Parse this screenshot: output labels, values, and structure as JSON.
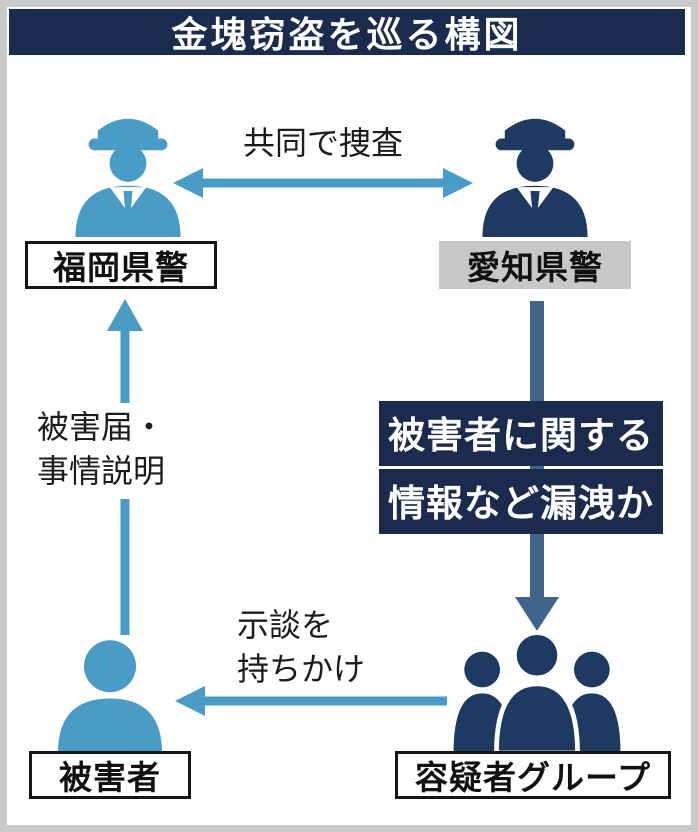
{
  "title": "金塊窃盗を巡る構図",
  "nodes": {
    "fukuoka": {
      "label": "福岡県警",
      "icon": "police-officer-icon"
    },
    "aichi": {
      "label": "愛知県警",
      "icon": "police-officer-icon"
    },
    "victim": {
      "label": "被害者",
      "icon": "person-icon"
    },
    "suspects": {
      "label": "容疑者グループ",
      "icon": "people-group-icon"
    }
  },
  "edges": {
    "joint": {
      "label": "共同で捜査",
      "between": [
        "福岡県警",
        "愛知県警"
      ],
      "direction": "double-headed"
    },
    "report": {
      "lines": [
        "被害届・",
        "事情説明"
      ],
      "from": "被害者",
      "to": "福岡県警",
      "direction": "up"
    },
    "leak": {
      "lines": [
        "被害者に関する",
        "情報など漏洩か"
      ],
      "from": "愛知県警",
      "to": "容疑者グループ",
      "direction": "down"
    },
    "settlement": {
      "lines": [
        "示談を",
        "持ちかけ"
      ],
      "from": "容疑者グループ",
      "to": "被害者",
      "direction": "left"
    }
  },
  "colors": {
    "title_navy_bg": "#1b2b4d",
    "icon_navy": "#1e3a63",
    "arrow_steel": "#41658a",
    "light_blue": "#4a9bc6",
    "label_gray_bg": "#c6c8ca",
    "frame_border": "#c8cacc"
  }
}
